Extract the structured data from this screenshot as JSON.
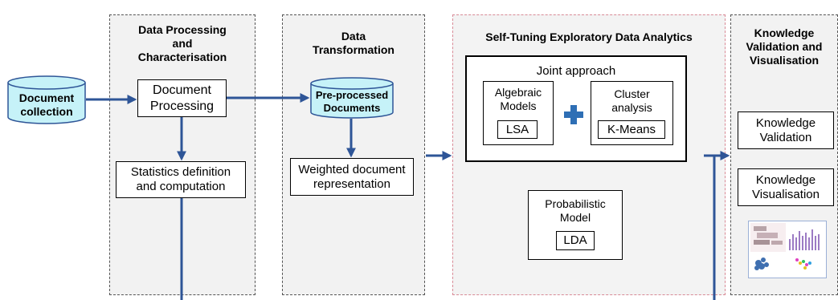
{
  "colors": {
    "arrow": "#2e5597",
    "cylinder_fill": "#c6f2f8",
    "panel": "#f2f2f2",
    "accent_plus": "#2e6fb5"
  },
  "source": {
    "label": "Document\ncollection"
  },
  "panels": {
    "processing": {
      "title": "Data Processing\nand\nCharacterisation"
    },
    "transformation": {
      "title": "Data\nTransformation"
    },
    "analytics": {
      "title": "Self-Tuning Exploratory Data Analytics"
    },
    "knowledge": {
      "title": "Knowledge\nValidation and\nVisualisation"
    }
  },
  "boxes": {
    "doc_processing": "Document\nProcessing",
    "statistics": "Statistics  definition\nand computation",
    "preprocessed": "Pre-processed\nDocuments",
    "weighted": "Weighted document\nrepresentation",
    "joint": "Joint approach",
    "algebraic": "Algebraic\nModels",
    "lsa": "LSA",
    "cluster": "Cluster\nanalysis",
    "kmeans": "K-Means",
    "probabilistic": "Probabilistic\nModel",
    "lda": "LDA",
    "validation": "Knowledge\nValidation",
    "visualisation": "Knowledge\nVisualisation"
  },
  "icons": {
    "plus": "plus-icon",
    "thumbnail": "visualization-thumbnail-icon"
  }
}
